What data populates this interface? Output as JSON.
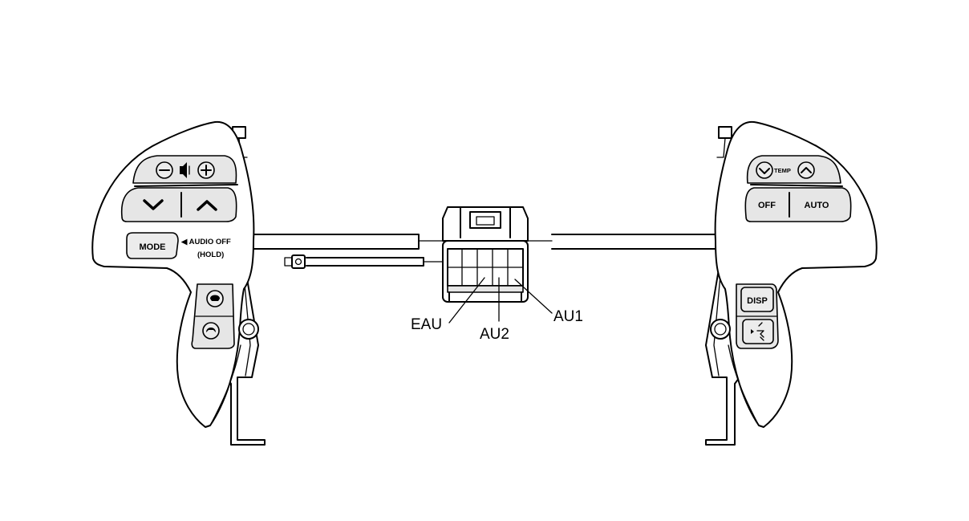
{
  "left_switch": {
    "mode_label": "MODE",
    "audio_off_label": "◀ AUDIO OFF",
    "hold_label": "(HOLD)"
  },
  "right_switch": {
    "temp_label": "TEMP",
    "off_label": "OFF",
    "auto_label": "AUTO",
    "disp_label": "DISP"
  },
  "connector": {
    "terminals": [
      "EAU",
      "AU2",
      "AU1"
    ]
  }
}
